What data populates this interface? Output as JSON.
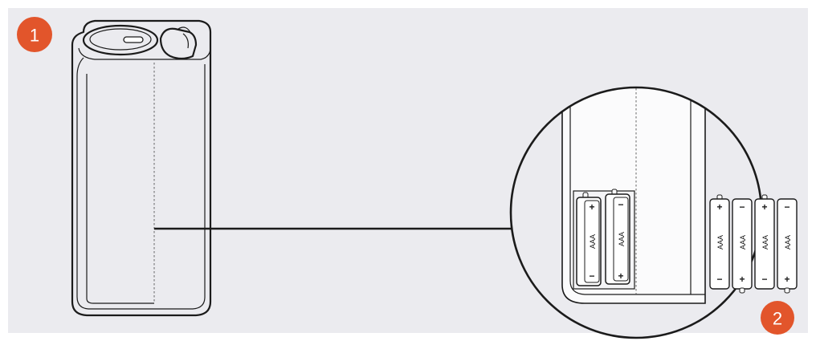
{
  "colors": {
    "background": "#ebebef",
    "badge": "#e2552b",
    "line": "#1b1b1b",
    "device_fill": "#fbfbfc"
  },
  "badges": {
    "step1": "1",
    "step2": "2"
  },
  "battery": {
    "type_label": "AAA",
    "plus": "+",
    "minus": "−"
  }
}
